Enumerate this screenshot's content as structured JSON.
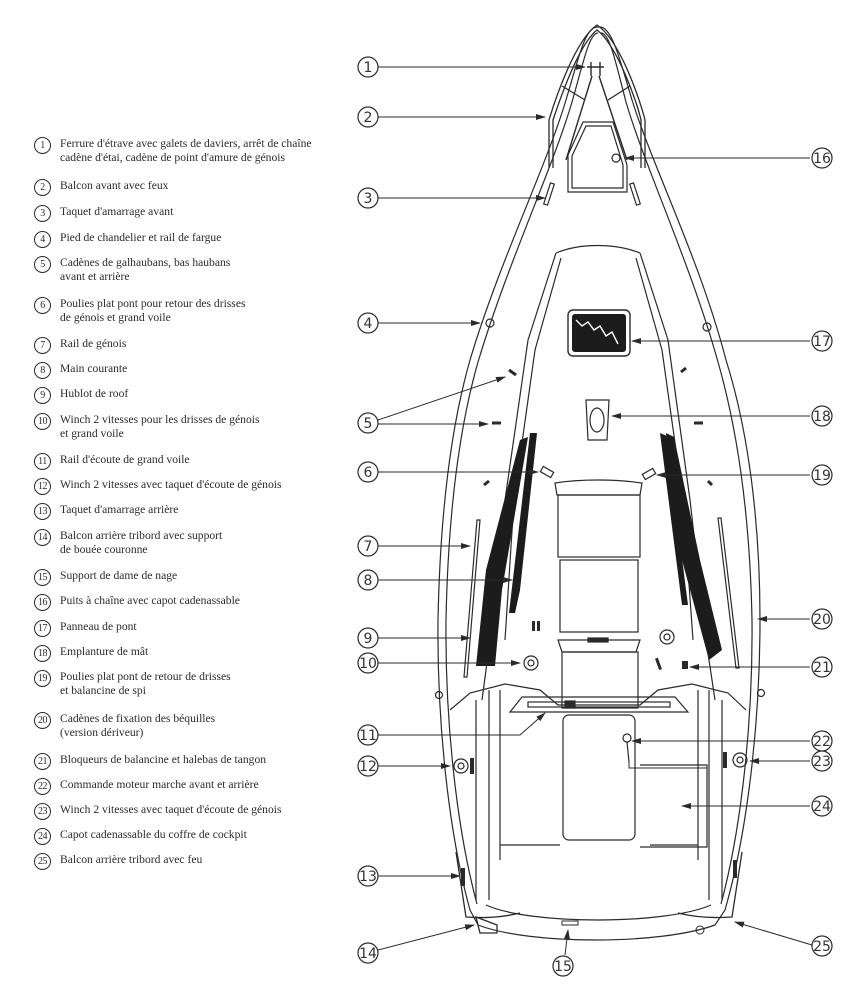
{
  "legend": {
    "items": [
      {
        "num": "1",
        "text": "Ferrure d'étrave avec galets de daviers, arrêt de chaîne\ncadène d'étai, cadène de point d'amure de génois"
      },
      {
        "num": "2",
        "text": "Balcon avant avec feux"
      },
      {
        "num": "3",
        "text": "Taquet d'amarrage avant"
      },
      {
        "num": "4",
        "text": "Pied de chandelier et rail de fargue"
      },
      {
        "num": "5",
        "text": "Cadènes de galhaubans, bas haubans\navant et arrière"
      },
      {
        "num": "6",
        "text": "Poulies plat pont pour retour des drisses\nde génois et grand voile"
      },
      {
        "num": "7",
        "text": "Rail de génois"
      },
      {
        "num": "8",
        "text": "Main courante"
      },
      {
        "num": "9",
        "text": "Hublot de roof"
      },
      {
        "num": "10",
        "text": "Winch 2 vitesses pour les drisses de génois\net grand voile"
      },
      {
        "num": "11",
        "text": "Rail d'écoute de grand voile"
      },
      {
        "num": "12",
        "text": "Winch 2 vitesses avec taquet d'écoute de génois"
      },
      {
        "num": "13",
        "text": "Taquet d'amarrage arrière"
      },
      {
        "num": "14",
        "text": "Balcon arrière tribord avec support\nde bouée couronne"
      },
      {
        "num": "15",
        "text": "Support de dame de nage"
      },
      {
        "num": "16",
        "text": "Puits à chaîne avec capot cadenassable"
      },
      {
        "num": "17",
        "text": "Panneau de pont"
      },
      {
        "num": "18",
        "text": "Emplanture de mât"
      },
      {
        "num": "19",
        "text": "Poulies plat pont de retour de drisses\net balancine de spi"
      },
      {
        "num": "20",
        "text": "Cadènes de fixation des béquilles\n(version dériveur)"
      },
      {
        "num": "21",
        "text": "Bloqueurs de balancine et halebas de tangon"
      },
      {
        "num": "22",
        "text": "Commande moteur marche avant et arrière"
      },
      {
        "num": "23",
        "text": "Winch 2 vitesses avec taquet d'écoute de génois"
      },
      {
        "num": "24",
        "text": "Capot cadenassable du coffre de cockpit"
      },
      {
        "num": "25",
        "text": "Balcon arrière tribord avec feu"
      }
    ]
  },
  "callouts": {
    "left": [
      "1",
      "2",
      "3",
      "4",
      "5",
      "6",
      "7",
      "8",
      "9",
      "10",
      "11",
      "12",
      "13",
      "14",
      "15"
    ],
    "right": [
      "16",
      "17",
      "18",
      "19",
      "20",
      "21",
      "22",
      "23",
      "24",
      "25"
    ]
  },
  "colors": {
    "ink": "#2a2a2a",
    "fill_dark": "#1c1c1c",
    "paper": "#ffffff"
  }
}
